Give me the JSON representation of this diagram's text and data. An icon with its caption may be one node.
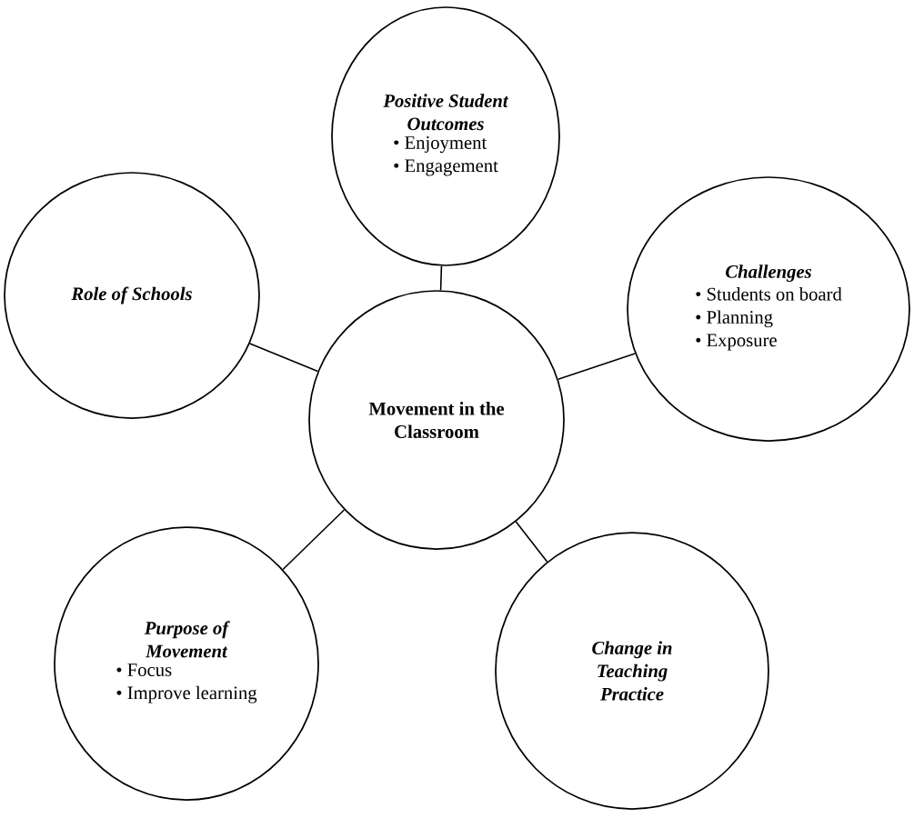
{
  "diagram": {
    "nodes": [
      {
        "text": [
          "Movement in the Classroom"
        ]
      },
      {
        "text": [
          "Positive Student Outcomes",
          "• Enjoyment",
          "• Engagement"
        ]
      },
      {
        "text": [
          "Role of Schools"
        ]
      },
      {
        "text": [
          "Challenges",
          "• Students on board",
          "• Planning",
          "• Exposure"
        ]
      },
      {
        "text": [
          "Purpose of Movement",
          "• Focus",
          "• Improve learning"
        ]
      },
      {
        "text": [
          "Change in Teaching Practice"
        ]
      }
    ],
    "edges": [
      {
        "from": 0,
        "to": 1,
        "arrow": "none"
      },
      {
        "from": 0,
        "to": 2,
        "arrow": "none"
      },
      {
        "from": 0,
        "to": 3,
        "arrow": "none"
      },
      {
        "from": 0,
        "to": 4,
        "arrow": "none"
      },
      {
        "from": 0,
        "to": 5,
        "arrow": "none"
      }
    ]
  }
}
